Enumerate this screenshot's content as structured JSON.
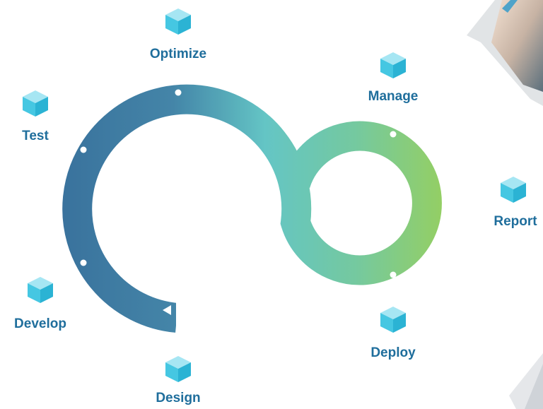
{
  "stages": [
    {
      "key": "optimize",
      "label": "Optimize"
    },
    {
      "key": "manage",
      "label": "Manage"
    },
    {
      "key": "test",
      "label": "Test"
    },
    {
      "key": "report",
      "label": "Report"
    },
    {
      "key": "develop",
      "label": "Develop"
    },
    {
      "key": "deploy",
      "label": "Deploy"
    },
    {
      "key": "design",
      "label": "Design"
    }
  ],
  "colors": {
    "label_text": "#1f6e9c",
    "loop_dark_blue": "#2f6a97",
    "loop_teal": "#5cc2c2",
    "loop_green": "#9bcf45",
    "cube_top": "#a6e6f3",
    "cube_left": "#45c7e2",
    "cube_right": "#2bb3d4",
    "node_dot": "#ffffff"
  },
  "icons": {
    "stage_icon": "cube-icon",
    "loop_marker": "play-pause-marker-icon"
  }
}
